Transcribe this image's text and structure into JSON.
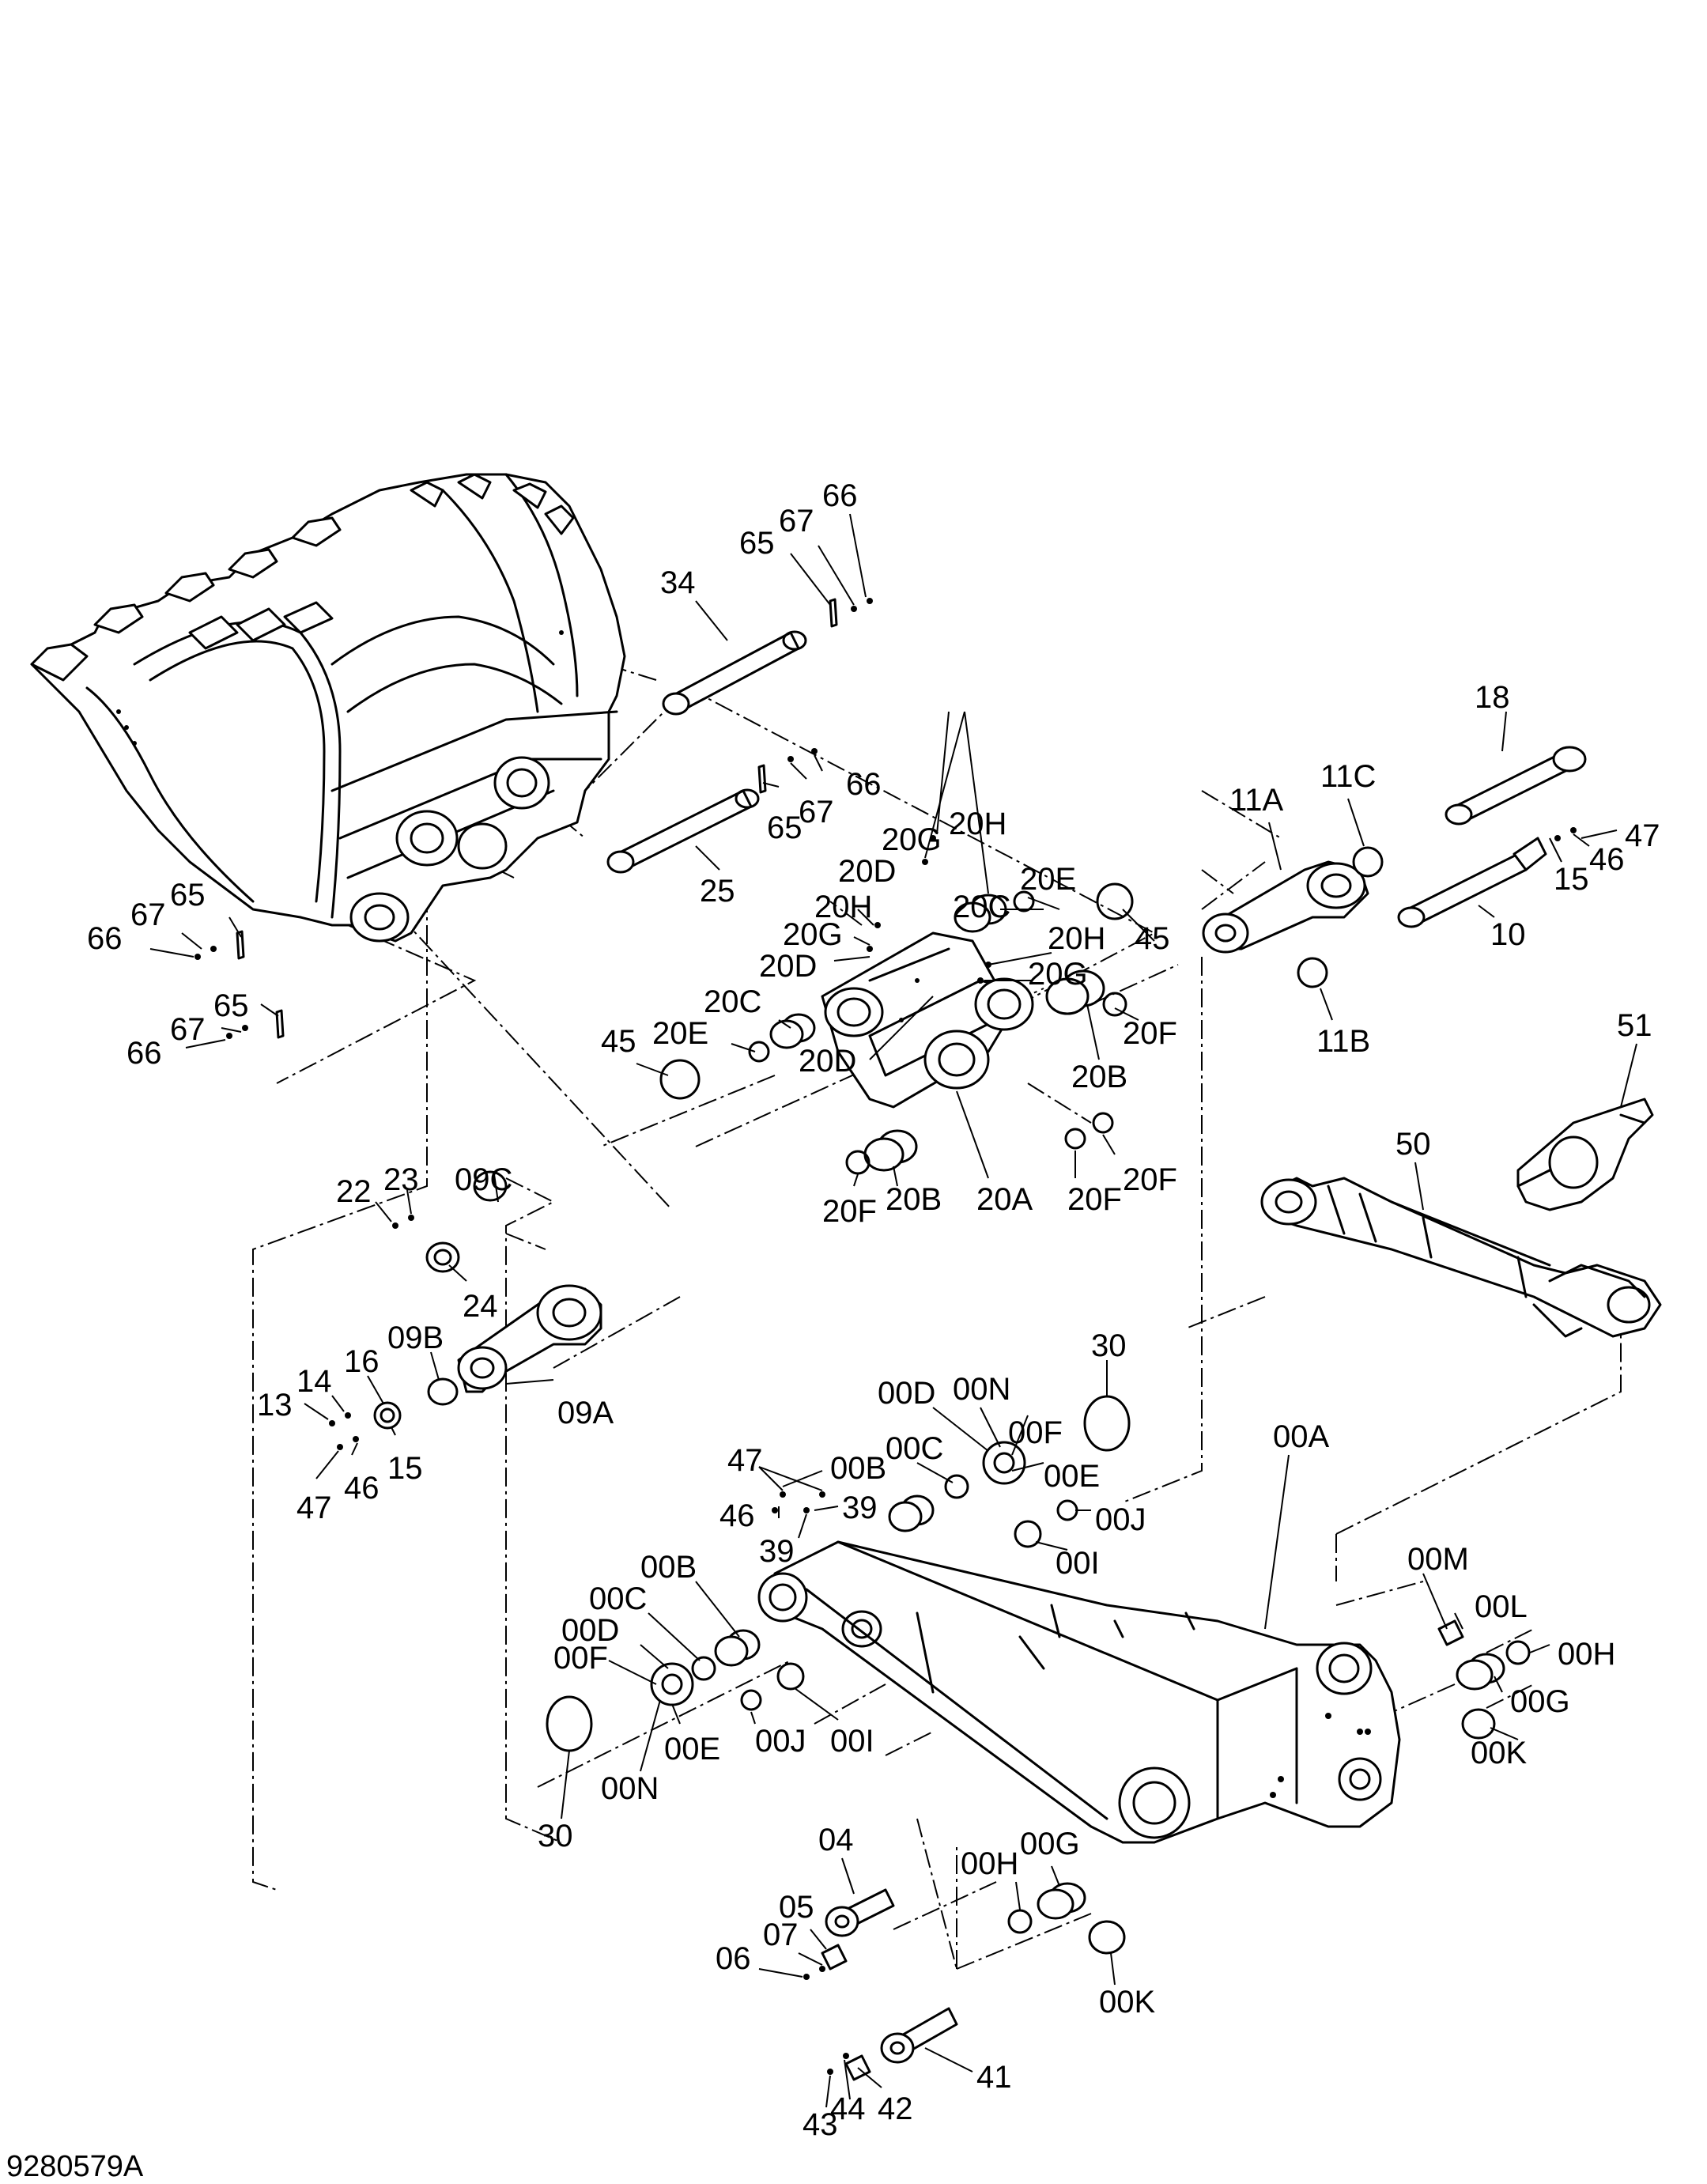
{
  "document_id": "9280579A",
  "labels": {
    "p66a": "66",
    "p67a": "67",
    "p65a": "65",
    "p34": "34",
    "p66b": "66",
    "p67b": "67",
    "p65b": "65",
    "p25": "25",
    "p65c": "65",
    "p67c": "67",
    "p66c": "66",
    "p65d": "65",
    "p67d": "67",
    "p66d": "66",
    "p20G1": "20G",
    "p20H1": "20H",
    "p20D1": "20D",
    "p20H2": "20H",
    "p20G2": "20G",
    "p20D2": "20D",
    "p20C1": "20C",
    "p20E1": "20E",
    "p20H3": "20H",
    "p20G3": "20G",
    "p45a": "45",
    "p20C2": "20C",
    "p20E2": "20E",
    "p45b": "45",
    "p20D3": "20D",
    "p20F1": "20F",
    "p20B1": "20B",
    "p20F2": "20F",
    "p20B2": "20B",
    "p20A": "20A",
    "p20F3": "20F",
    "p20F4": "20F",
    "p11A": "11A",
    "p11C": "11C",
    "p18": "18",
    "p47a": "47",
    "p46a": "46",
    "p15a": "15",
    "p10": "10",
    "p11B": "11B",
    "p51": "51",
    "p50": "50",
    "p22": "22",
    "p23": "23",
    "p09C": "09C",
    "p24": "24",
    "p13": "13",
    "p14": "14",
    "p16": "16",
    "p09B": "09B",
    "p15b": "15",
    "p46b": "46",
    "p47b": "47",
    "p09A": "09A",
    "p30a": "30",
    "p00D1": "00D",
    "p00N1": "00N",
    "p00F1": "00F",
    "p00C1": "00C",
    "p00E1": "00E",
    "p00J1": "00J",
    "p47c": "47",
    "p00B1": "00B",
    "p46c": "46",
    "p39a": "39",
    "p39b": "39",
    "p00I1": "00I",
    "p00A": "00A",
    "p00M": "00M",
    "p00L": "00L",
    "p00H1": "00H",
    "p00G1": "00G",
    "p00K1": "00K",
    "p00B2": "00B",
    "p00C2": "00C",
    "p00D2": "00D",
    "p00F2": "00F",
    "p00E2": "00E",
    "p00N2": "00N",
    "p00J2": "00J",
    "p00I2": "00I",
    "p30b": "30",
    "p04": "04",
    "p05": "05",
    "p07": "07",
    "p06": "06",
    "p00G2": "00G",
    "p00H2": "00H",
    "p00K2": "00K",
    "p41": "41",
    "p42": "42",
    "p44": "44",
    "p43": "43"
  }
}
